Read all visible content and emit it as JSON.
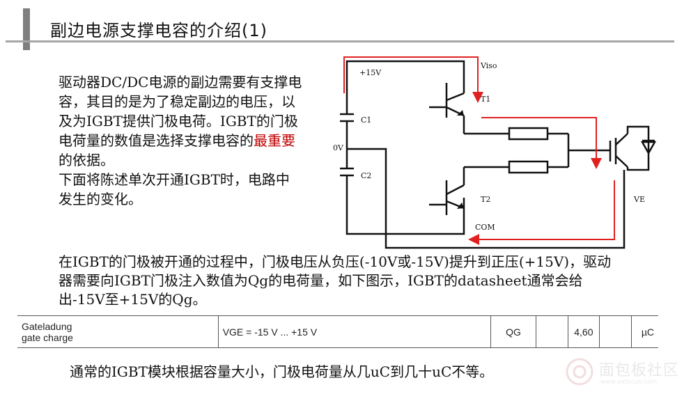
{
  "title": "副边电源支撑电容的介绍(1)",
  "intro": {
    "before": "驱动器DC/DC电源的副边需要有支撑电容，其目的是为了稳定副边的电压，以及为IGBT提供门极电荷。IGBT的门极电荷量的数值是选择支撑电容的",
    "highlight": "最重要",
    "after": "的依据。",
    "line2": "下面将陈述单次开通IGBT时，电路中发生的变化。"
  },
  "circuit": {
    "label_15v": "+15V",
    "label_viso": "Viso",
    "label_c1": "C1",
    "label_c2": "C2",
    "label_0v": "0V",
    "label_t1": "T1",
    "label_t2": "T2",
    "label_com": "COM",
    "label_ve": "VE",
    "accent_color": "#e02020"
  },
  "paragraph": "在IGBT的门极被开通的过程中，门极电压从负压(-10V或-15V)提升到正压(+15V)，驱动器需要向IGBT门极注入数值为Qg的电荷量，如下图示，IGBT的datasheet通常会给出-15V至+15V的Qg。",
  "spec_table": {
    "param_de": "Gateladung",
    "param_en": "gate charge",
    "condition": "VGE = -15 V ... +15 V",
    "symbol": "QG",
    "value": "4,60",
    "unit": "µC"
  },
  "footer": "通常的IGBT模块根据容量大小，门极电荷量从几uC到几十uC不等。",
  "watermark": {
    "text": "面包板社区",
    "url": "www.eefocus.com"
  }
}
